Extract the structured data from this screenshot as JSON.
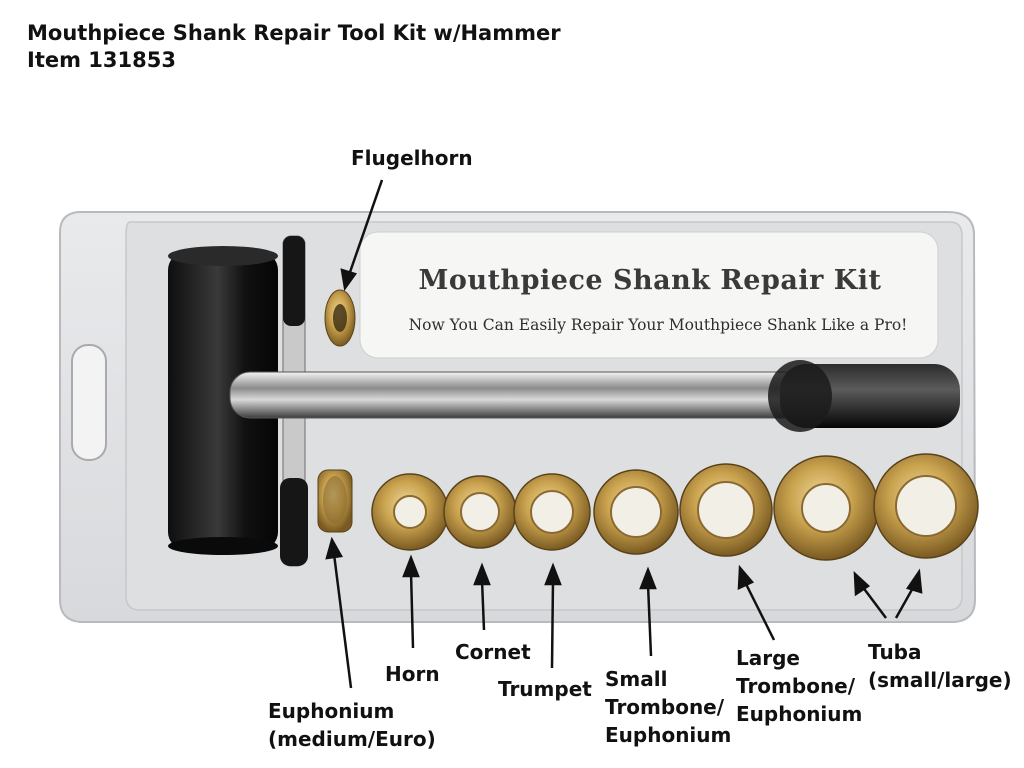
{
  "header": {
    "title": "Mouthpiece Shank Repair Tool Kit w/Hammer",
    "item_number": "Item 131853"
  },
  "package_card": {
    "title": "Mouthpiece Shank Repair Kit",
    "subtitle": "Now You Can Easily Repair Your Mouthpiece Shank Like a Pro!"
  },
  "callouts": {
    "flugelhorn": "Flugelhorn",
    "euphonium_medium": [
      "Euphonium",
      "(medium/Euro)"
    ],
    "horn": "Horn",
    "cornet": "Cornet",
    "trumpet": "Trumpet",
    "small_trombone": [
      "Small",
      "Trombone/",
      "Euphonium"
    ],
    "large_trombone": [
      "Large",
      "Trombone/",
      "Euphonium"
    ],
    "tuba": [
      "Tuba",
      "(small/large)"
    ]
  }
}
